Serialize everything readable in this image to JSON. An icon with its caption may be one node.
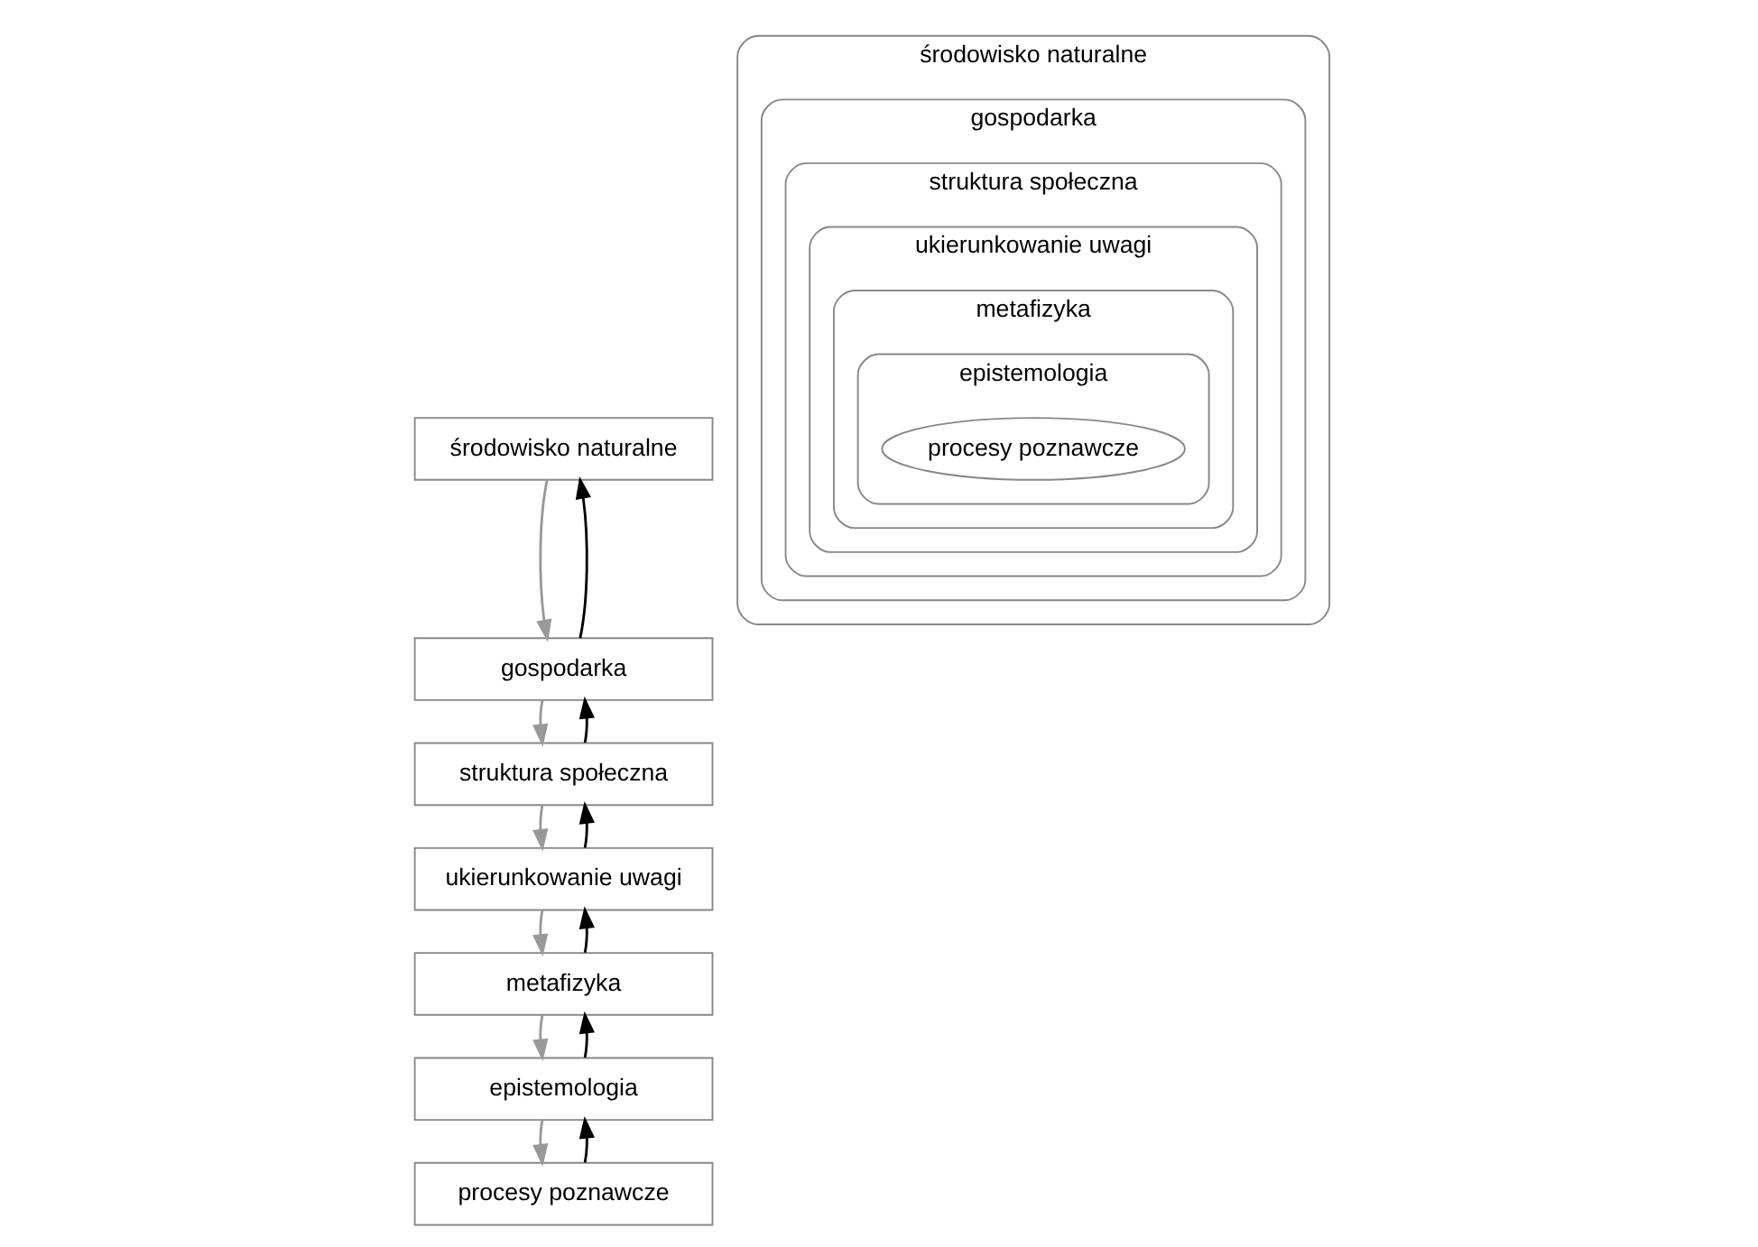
{
  "diagram": {
    "nodes": [
      {
        "text": [
          "środowisko naturalne"
        ]
      },
      {
        "text": [
          "gospodarka"
        ]
      },
      {
        "text": [
          "struktura społeczna"
        ]
      },
      {
        "text": [
          "ukierunkowanie uwagi"
        ]
      },
      {
        "text": [
          "metafizyka"
        ]
      },
      {
        "text": [
          "epistemologia"
        ]
      },
      {
        "text": [
          "procesy poznawcze"
        ]
      },
      {
        "text": [
          "środowisko naturalne"
        ]
      },
      {
        "text": [
          "gospodarka"
        ],
        "in": 7
      },
      {
        "text": [
          "struktura społeczna"
        ],
        "in": 8
      },
      {
        "text": [
          "ukierunkowanie uwagi"
        ],
        "in": 9
      },
      {
        "text": [
          "metafizyka"
        ],
        "in": 10
      },
      {
        "text": [
          "epistemologia"
        ],
        "in": 11
      },
      {
        "text": [
          "procesy poznawcze"
        ],
        "in": 12
      }
    ],
    "edges": [
      {
        "from": 0,
        "to": 1,
        "arrow": "to",
        "color": "#999999"
      },
      {
        "from": 1,
        "to": 0,
        "arrow": "to",
        "color": "#000000"
      },
      {
        "from": 1,
        "to": 2,
        "arrow": "to",
        "color": "#999999"
      },
      {
        "from": 2,
        "to": 1,
        "arrow": "to",
        "color": "#000000"
      },
      {
        "from": 2,
        "to": 3,
        "arrow": "to",
        "color": "#999999"
      },
      {
        "from": 3,
        "to": 2,
        "arrow": "to",
        "color": "#000000"
      },
      {
        "from": 3,
        "to": 4,
        "arrow": "to",
        "color": "#999999"
      },
      {
        "from": 4,
        "to": 3,
        "arrow": "to",
        "color": "#000000"
      },
      {
        "from": 4,
        "to": 5,
        "arrow": "to",
        "color": "#999999"
      },
      {
        "from": 5,
        "to": 4,
        "arrow": "to",
        "color": "#000000"
      },
      {
        "from": 5,
        "to": 6,
        "arrow": "to",
        "color": "#999999"
      },
      {
        "from": 6,
        "to": 5,
        "arrow": "to",
        "color": "#000000"
      }
    ]
  }
}
